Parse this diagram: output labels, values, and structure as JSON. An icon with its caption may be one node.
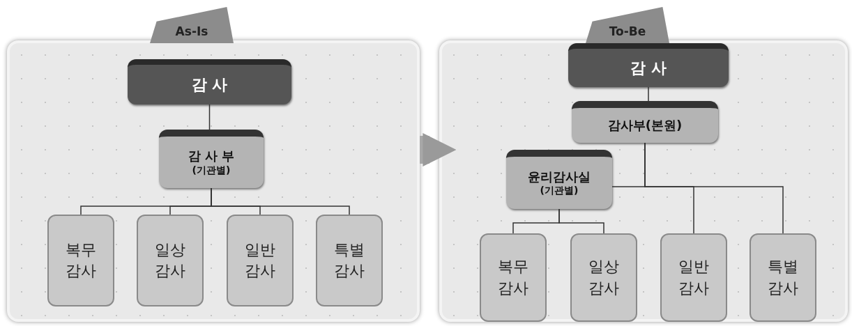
{
  "diagram": {
    "nodes": [
      {
        "text": [
          "As-Is"
        ]
      },
      {
        "text": [
          "감 사"
        ],
        "in": 0
      },
      {
        "text": [
          "감 사 부",
          "(기관별)"
        ],
        "in": 0
      },
      {
        "text": [
          "복무 감사"
        ],
        "in": 0
      },
      {
        "text": [
          "일상 감사"
        ],
        "in": 0
      },
      {
        "text": [
          "일반 감사"
        ],
        "in": 0
      },
      {
        "text": [
          "특별 감사"
        ],
        "in": 0
      },
      {
        "text": [
          "To-Be"
        ]
      },
      {
        "text": [
          "감 사"
        ],
        "in": 7
      },
      {
        "text": [
          "감사부(본원)"
        ],
        "in": 7
      },
      {
        "text": [
          "윤리감사실",
          "(기관별)"
        ],
        "in": 7
      },
      {
        "text": [
          "복무 감사"
        ],
        "in": 7
      },
      {
        "text": [
          "일상 감사"
        ],
        "in": 7
      },
      {
        "text": [
          "일반 감사"
        ],
        "in": 7
      },
      {
        "text": [
          "특별 감사"
        ],
        "in": 7
      }
    ],
    "edges": [
      {
        "from": 0,
        "to": 7,
        "arrow": "to",
        "style": "thick",
        "color": "#a8a8a8"
      },
      {
        "from": 1,
        "to": 2,
        "arrow": "none"
      },
      {
        "from": 2,
        "to": 3,
        "arrow": "none"
      },
      {
        "from": 2,
        "to": 4,
        "arrow": "none"
      },
      {
        "from": 2,
        "to": 5,
        "arrow": "none"
      },
      {
        "from": 2,
        "to": 6,
        "arrow": "none"
      },
      {
        "from": 8,
        "to": 9,
        "arrow": "none"
      },
      {
        "from": 9,
        "to": 10,
        "arrow": "none"
      },
      {
        "from": 9,
        "to": 13,
        "arrow": "none"
      },
      {
        "from": 9,
        "to": 14,
        "arrow": "none"
      },
      {
        "from": 10,
        "to": 11,
        "arrow": "none"
      },
      {
        "from": 10,
        "to": 12,
        "arrow": "none"
      }
    ]
  }
}
